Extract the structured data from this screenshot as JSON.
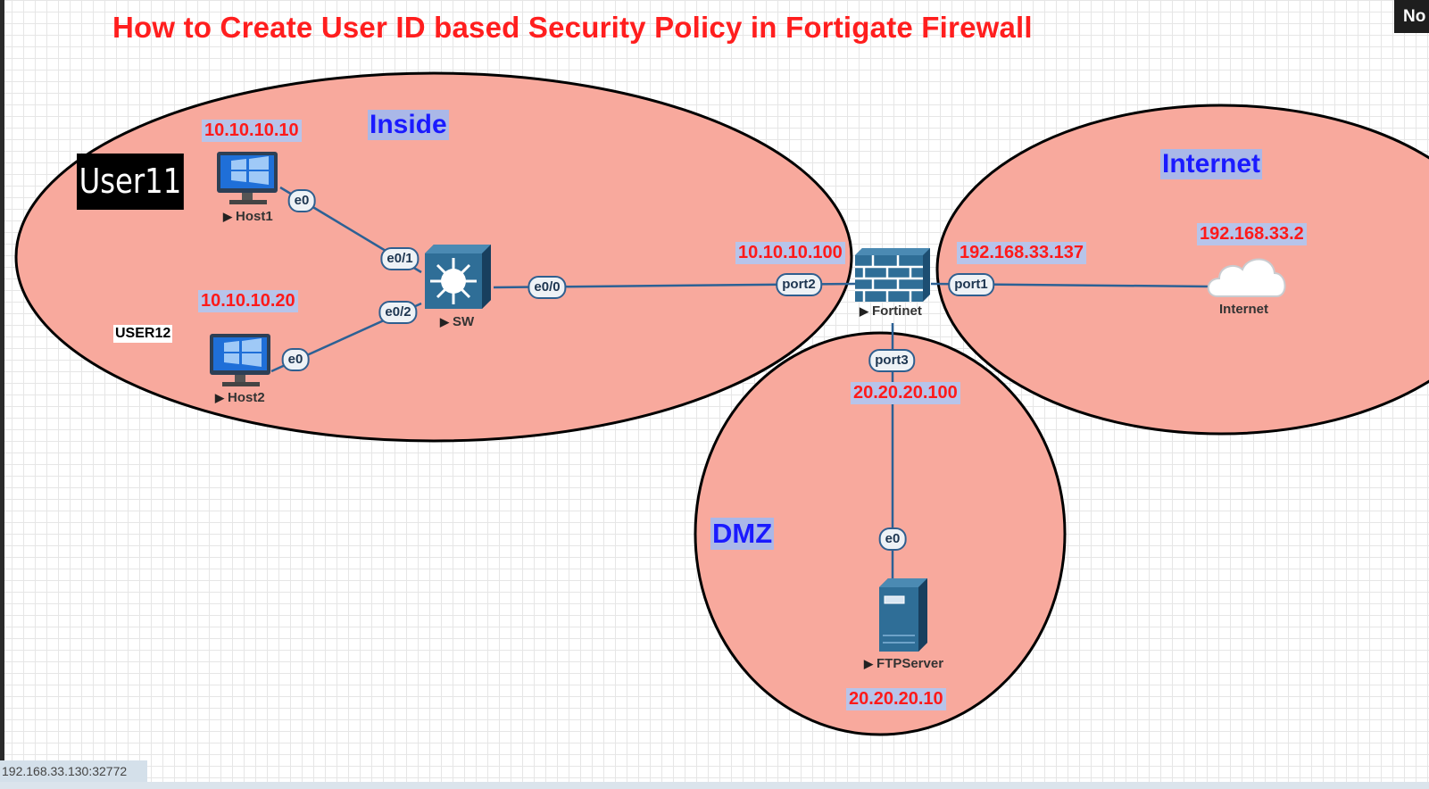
{
  "title": "How to Create User ID based Security Policy in Fortigate Firewall",
  "corner_label": "No",
  "zones": {
    "inside": "Inside",
    "internet": "Internet",
    "dmz": "DMZ"
  },
  "users": {
    "user11": "User11",
    "user12": "USER12"
  },
  "ips": {
    "host1": "10.10.10.10",
    "host2": "10.10.10.20",
    "fortinet_inside": "10.10.10.100",
    "fortinet_outside": "192.168.33.137",
    "internet": "192.168.33.2",
    "fortinet_dmz": "20.20.20.100",
    "ftp_server": "20.20.20.10"
  },
  "nodes": {
    "host1": "Host1",
    "host2": "Host2",
    "switch": "SW",
    "fortinet": "Fortinet",
    "internet": "Internet",
    "ftp_server": "FTPServer"
  },
  "ports": {
    "host1_e0": "e0",
    "sw_e01": "e0/1",
    "sw_e02": "e0/2",
    "host2_e0": "e0",
    "sw_e00": "e0/0",
    "fw_port2": "port2",
    "fw_port1": "port1",
    "fw_port3": "port3",
    "ftp_e0": "e0"
  },
  "status_bar": "192.168.33.130:32772",
  "colors": {
    "zone_fill": "#f8a99d",
    "link": "#2c6195",
    "ip_text": "#ff1a1a",
    "zone_text": "#1a1aff",
    "title": "#ff1e1e"
  },
  "icons": {
    "host": "desktop-monitor-icon",
    "switch": "multilayer-switch-icon",
    "firewall": "firewall-brick-icon",
    "cloud": "cloud-icon",
    "server": "server-tower-icon"
  }
}
